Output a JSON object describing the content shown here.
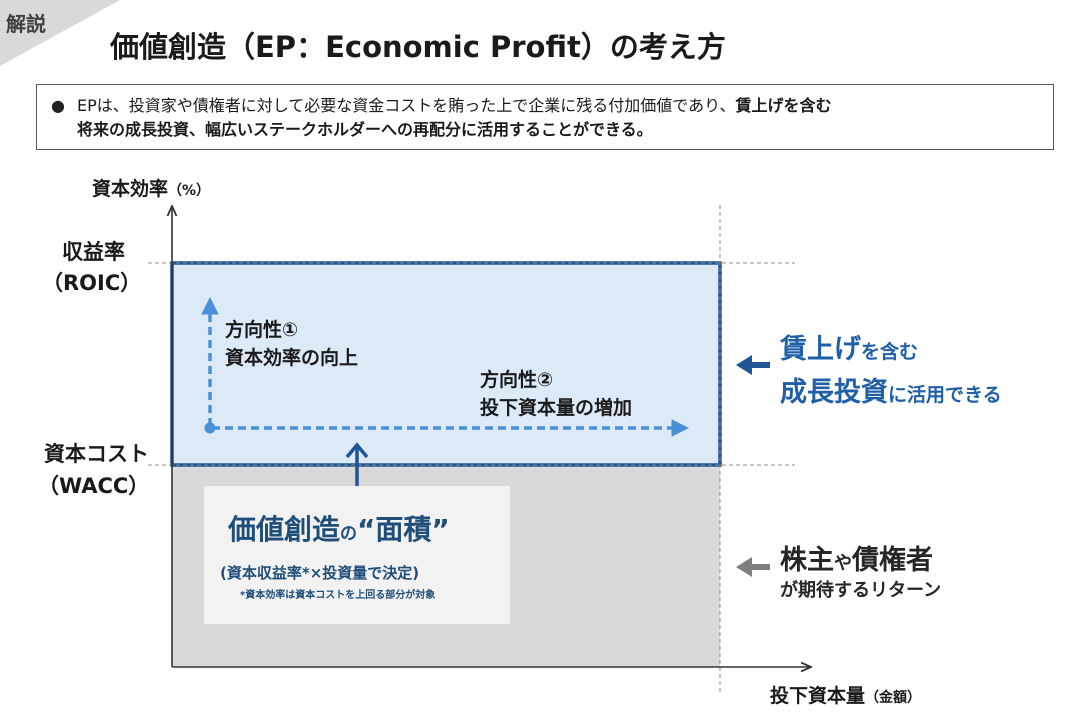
{
  "tag": "解説",
  "title": "価値創造（EP：Economic Profit）の考え方",
  "note": {
    "bullet": "●",
    "text_normal": "EPは、投資家や債権者に対して必要な資金コストを賄った上で企業に残る付加価値であり、",
    "text_bold_1": "賃上げを含む",
    "text_bold_2": "将来の成長投資、幅広いステークホルダーへの再配分に活用することができる。"
  },
  "axes": {
    "y_title": "資本効率",
    "y_unit": "（%）",
    "x_title": "投下資本量",
    "x_unit": "（金額）"
  },
  "levels": {
    "roic_line1": "収益率",
    "roic_line2": "（ROIC）",
    "wacc_line1": "資本コスト",
    "wacc_line2": "（WACC）"
  },
  "directions": {
    "d1_line1": "方向性①",
    "d1_line2": "資本効率の向上",
    "d2_line1": "方向性②",
    "d2_line2": "投下資本量の増加"
  },
  "area": {
    "title_big_1": "価値創造",
    "title_small": "の",
    "title_big_2": "“面積”",
    "subtitle": "(資本収益率*×投資量で決定)",
    "footnote": "*資本効率は資本コストを上回る部分が対象"
  },
  "right_top": {
    "big1": "賃上げ",
    "small1": "を含む",
    "big2": "成長投資",
    "small2": "に活用できる"
  },
  "right_bottom": {
    "big1": "株主",
    "small1": "や",
    "big2": "債権者",
    "line2": "が期待するリターン"
  },
  "colors": {
    "ep_fill": "#dce9f7",
    "ep_border": "#1f5496",
    "cost_fill": "#d9d9d9",
    "arrow_blue": "#4a90d9",
    "accent_text": "#1f5fa8"
  }
}
